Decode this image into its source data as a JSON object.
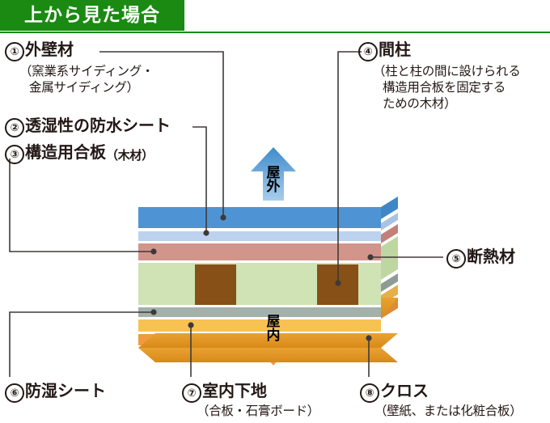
{
  "header": {
    "title": "上から見た場合",
    "bar_color": "#1a8a12"
  },
  "arrows": {
    "outdoor": {
      "label": "屋外",
      "direction": "up",
      "color": "#4b92d2"
    },
    "indoor": {
      "label": "屋内",
      "direction": "down",
      "color": "#f2a75c"
    }
  },
  "callouts": [
    {
      "number": "①",
      "title": "外壁材",
      "desc_lines": [
        "（窯業系サイディング・",
        "金属サイディング）"
      ],
      "layer_color": "#4e94d4"
    },
    {
      "number": "②",
      "title": "透湿性の防水シート",
      "desc_lines": [],
      "layer_color": "#bdd2ef"
    },
    {
      "number": "③",
      "title": "構造用合板",
      "title_suffix": "（木材）",
      "desc_lines": [],
      "layer_color": "#d2958c"
    },
    {
      "number": "④",
      "title": "間柱",
      "desc_lines": [
        "（柱と柱の間に設けられる",
        "構造用合板を固定する",
        "ための木材）"
      ],
      "layer_color": "#875016"
    },
    {
      "number": "⑤",
      "title": "断熱材",
      "desc_lines": [],
      "layer_color": "#cfe3b4"
    },
    {
      "number": "⑥",
      "title": "防湿シート",
      "desc_lines": [],
      "layer_color": "#a3b0ab"
    },
    {
      "number": "⑦",
      "title": "室内下地",
      "desc_lines": [
        "（合板・石膏ボード）"
      ],
      "layer_color": "#f8c252"
    },
    {
      "number": "⑧",
      "title": "クロス",
      "desc_lines": [
        "（壁紙、または化粧合板）"
      ],
      "layer_color": "#f29b3e"
    }
  ]
}
